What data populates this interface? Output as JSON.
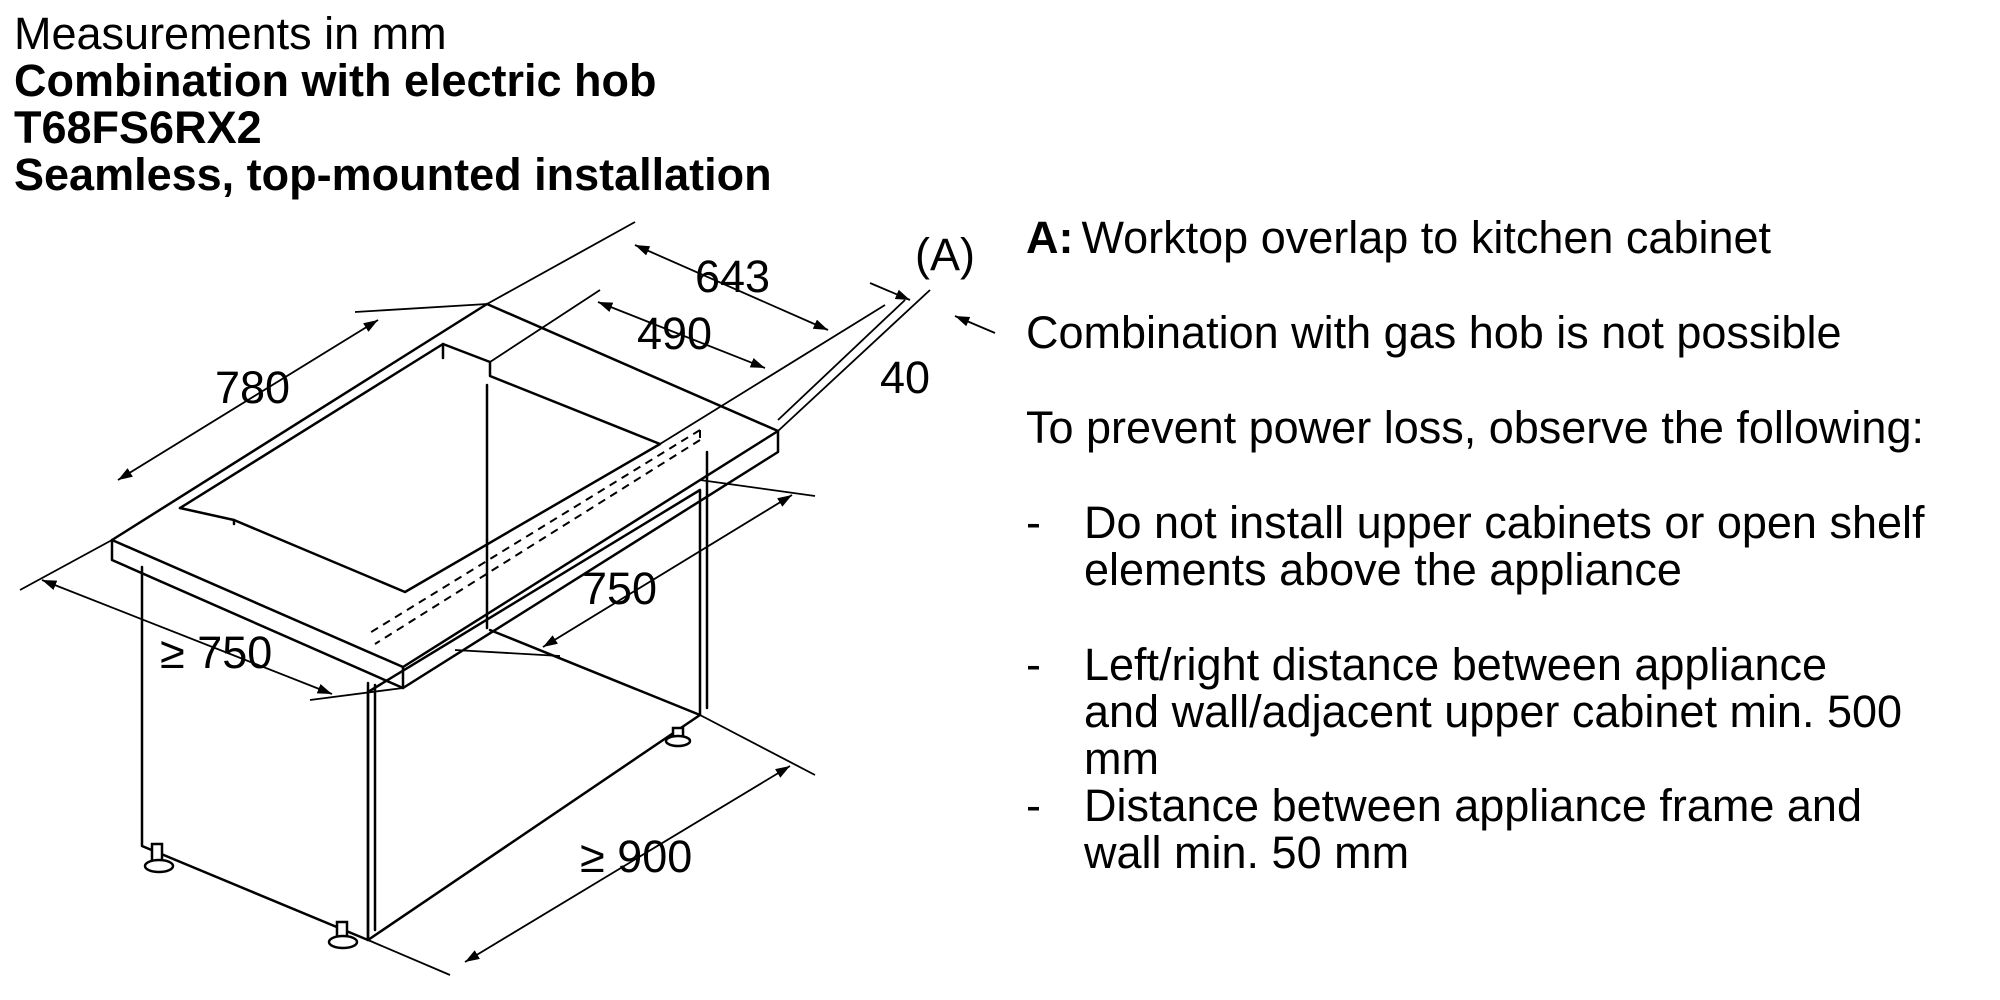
{
  "header": {
    "line1": "Measurements in mm",
    "line2": "Combination with electric hob",
    "line3": "T68FS6RX2",
    "line4": "Seamless, top-mounted installation"
  },
  "dimensions": {
    "d643": "643",
    "d490": "490",
    "d40": "40",
    "d780": "780",
    "d750": "750",
    "d_ge750": "≥ 750",
    "d_ge900": "≥ 900",
    "callout_a": "(A)"
  },
  "notes": {
    "a_label": "A:",
    "a_text": "Worktop overlap to kitchen cabinet",
    "gas": "Combination with gas hob is not possible",
    "power": "To prevent power loss, observe the following:",
    "bullet_dash": "-",
    "bullets": [
      "Do not install upper cabinets or open shelf elements above the appliance",
      "Left/right distance between appliance and wall/adjacent upper cabinet min. 500 mm",
      "Distance between appliance frame and wall min. 50 mm"
    ]
  }
}
